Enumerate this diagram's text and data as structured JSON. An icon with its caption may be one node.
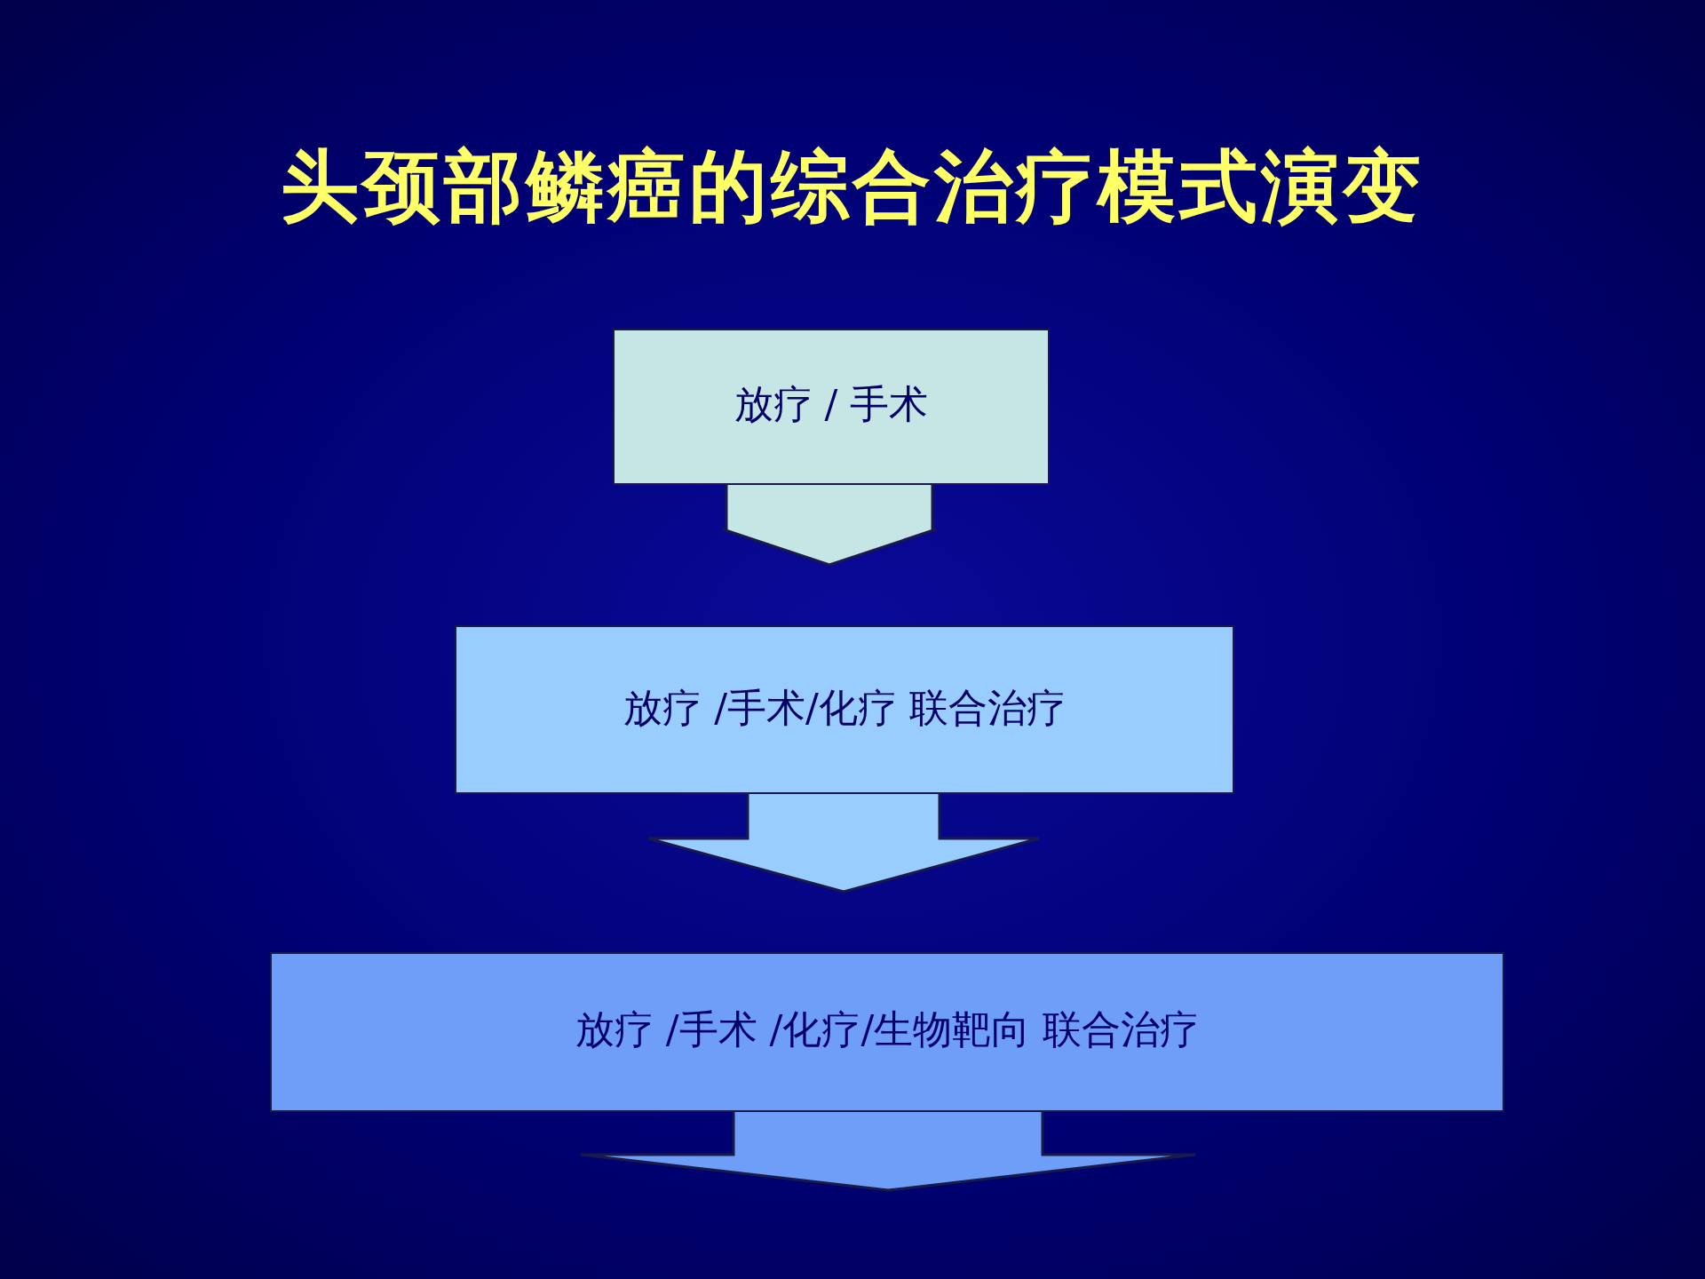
{
  "diagram": {
    "title": "头颈部鳞癌的综合治疗模式演变",
    "nodes": [
      {
        "text": [
          "放疗 / 手术"
        ]
      },
      {
        "text": [
          "放疗 /手术/化疗 联合治疗"
        ]
      },
      {
        "text": [
          "放疗 /手术 /化疗/生物靶向 联合治疗"
        ]
      }
    ],
    "edges": [
      {
        "from": 0,
        "to": 1,
        "arrow": "to",
        "style": "thick",
        "color": "#c6e6e6"
      },
      {
        "from": 1,
        "to": 2,
        "arrow": "to",
        "style": "thick",
        "color": "#99ccff"
      },
      {
        "from": 2,
        "to": null,
        "arrow": "to",
        "style": "thick",
        "color": "#6f9ef8"
      }
    ]
  }
}
